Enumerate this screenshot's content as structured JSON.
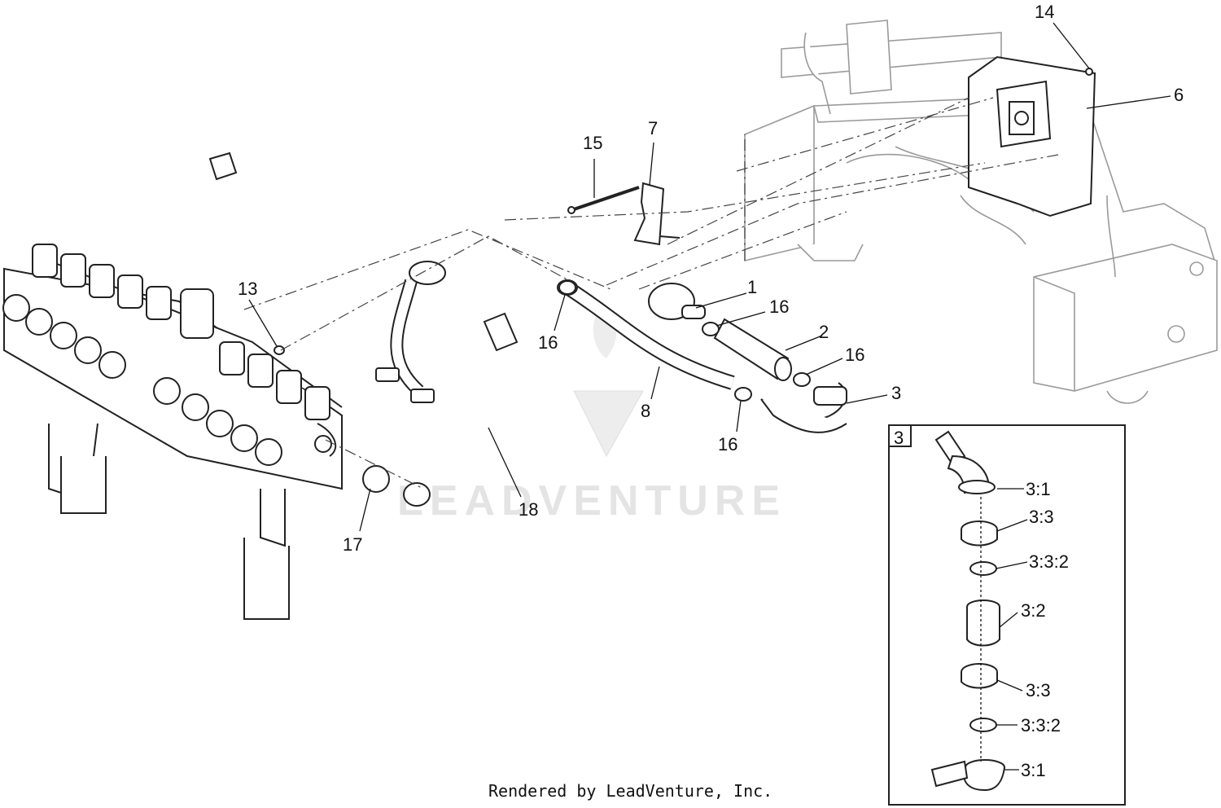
{
  "callouts": {
    "c1": "1",
    "c2": "2",
    "c3": "3",
    "c6": "6",
    "c7": "7",
    "c8": "8",
    "c13": "13",
    "c14": "14",
    "c15": "15",
    "c16a": "16",
    "c16b": "16",
    "c16c": "16",
    "c16d": "16",
    "c17": "17",
    "c18": "18"
  },
  "inset": {
    "label": "3",
    "items": [
      "3:1",
      "3:3",
      "3:3:2",
      "3:2",
      "3:3",
      "3:3:2",
      "3:1"
    ]
  },
  "watermark": "LEADVENTURE",
  "footer": "Rendered by LeadVenture, Inc."
}
